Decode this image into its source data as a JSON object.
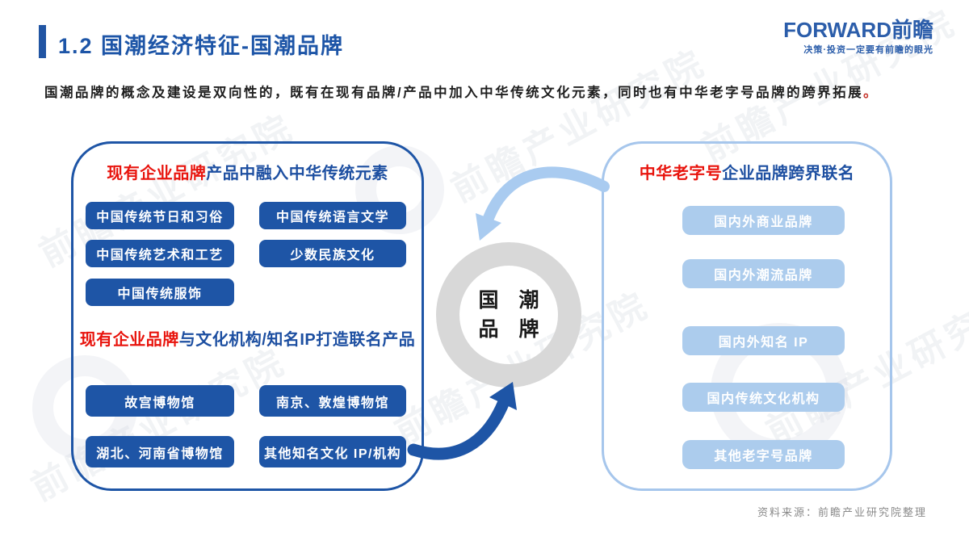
{
  "header": {
    "title": "1.2  国潮经济特征-国潮品牌",
    "logo_text": "FORWARD前瞻",
    "logo_tagline": "决策·投资一定要有前瞻的眼光"
  },
  "intro": {
    "text": "国潮品牌的概念及建设是双向性的，既有在现有品牌/产品中加入中华传统文化元素，同时也有中华老字号品牌的跨界拓展",
    "period": "。"
  },
  "left_panel": {
    "section1": {
      "title_highlight": "现有企业品牌",
      "title_rest": "产品中融入中华传统元素",
      "items": [
        "中国传统节日和习俗",
        "中国传统语言文学",
        "中国传统艺术和工艺",
        "少数民族文化",
        "中国传统服饰"
      ]
    },
    "section2": {
      "title_highlight": "现有企业品牌",
      "title_rest": "与文化机构/知名IP打造联名产品",
      "items": [
        "故宫博物馆",
        "南京、敦煌博物馆",
        "湖北、河南省博物馆",
        "其他知名文化 IP/机构"
      ]
    }
  },
  "center": {
    "line1": "国 潮",
    "line2": "品 牌"
  },
  "right_panel": {
    "title_highlight": "中华老字号",
    "title_rest": "企业品牌跨界联名",
    "items": [
      "国内外商业品牌",
      "国内外潮流品牌",
      "国内外知名 IP",
      "国内传统文化机构",
      "其他老字号品牌"
    ]
  },
  "footer": {
    "source": "资料来源：前瞻产业研究院整理"
  },
  "watermark": {
    "text": "前瞻产业研究院"
  },
  "colors": {
    "primary_blue": "#1e55a6",
    "title_blue": "#1d55a7",
    "light_blue_border": "#a6c6ec",
    "light_blue_button": "#accced",
    "arrow_light": "#a9cbf0",
    "highlight_red": "#e8130c",
    "ring_gray": "#d8d8d8",
    "source_gray": "#8a8a8a"
  }
}
